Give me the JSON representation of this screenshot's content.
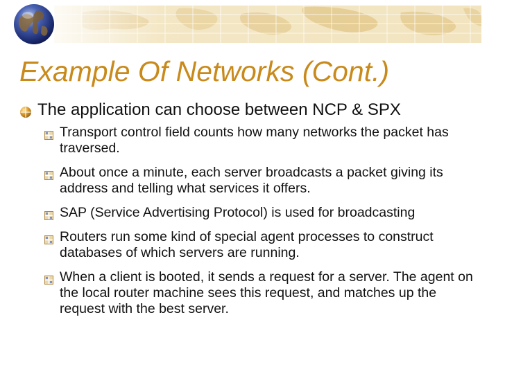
{
  "slide": {
    "title": "Example Of Networks (Cont.)",
    "main_point": "The application can choose between NCP & SPX",
    "sub_points": [
      "Transport control field counts how many networks the packet has traversed.",
      "About once a minute, each server broadcasts a packet giving its address and telling what services it offers.",
      "SAP (Service Advertising Protocol) is used for broadcasting",
      "Routers run some kind of special agent processes to construct databases of which servers are running.",
      "When a client is booted, it sends a request for a server. The agent on the local router machine sees this request, and matches up the request with the best server."
    ]
  },
  "theme": {
    "title_color": "#c98a1c",
    "banner_color": "#f2e4bf",
    "bullet_color": "#c98a1c",
    "text_color": "#111111"
  },
  "icons": {
    "header_globe": "globe-icon",
    "level1_bullet": "sphere-bullet-icon",
    "level2_bullet": "square-grid-bullet-icon"
  }
}
